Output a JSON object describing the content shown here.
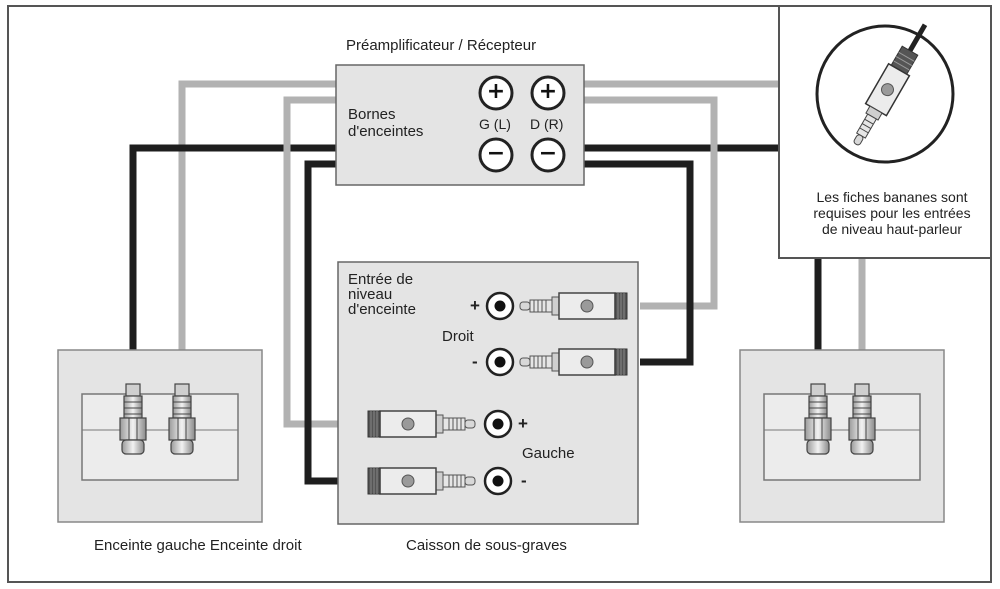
{
  "receiver": {
    "title": "Préamplificateur / Récepteur",
    "terminals_label_line1": "Bornes",
    "terminals_label_line2": "d'enceintes",
    "left_channel": "G (L)",
    "right_channel": "D (R)",
    "plus_symbol": "+",
    "minus_symbol": "−"
  },
  "subwoofer": {
    "title": "Caisson de sous-graves",
    "input_label_line1": "Entrée de",
    "input_label_line2": "niveau",
    "input_label_line3": "d'enceinte",
    "right_label": "Droit",
    "left_label": "Gauche",
    "plus_symbol": "+",
    "minus_symbol": "-"
  },
  "speakers": {
    "caption": "Enceinte gauche Enceinte droit"
  },
  "note": {
    "line1": "Les fiches bananes sont",
    "line2": "requises pour les entrées",
    "line3": "de niveau haut-parleur"
  },
  "colors": {
    "positive_wire": "#b2b2b2",
    "negative_wire": "#1e1e1e",
    "panel_fill": "#e4e4e4",
    "panel_stroke": "#666666"
  },
  "icons": {
    "connector": "banana-plug-icon",
    "jack": "binding-post-icon"
  }
}
